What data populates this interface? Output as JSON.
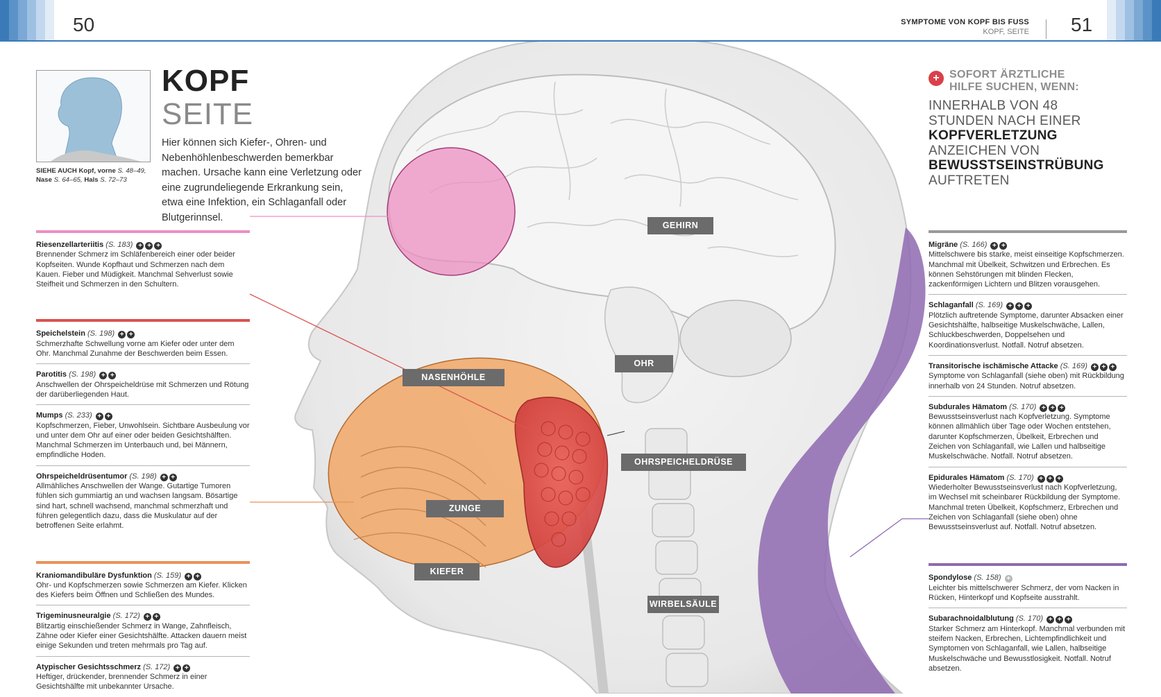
{
  "header": {
    "page_left": "50",
    "page_right": "51",
    "section_title": "SYMPTOME VON KOPF BIS FUSS",
    "section_sub": "KOPF, SEITE"
  },
  "title": {
    "main": "KOPF",
    "sub": "SEITE",
    "intro": "Hier können sich Kiefer-, Ohren- und Nebenhöhlenbeschwerden bemerkbar machen. Ursache kann eine Verletzung oder eine zugrundeliegende Erkrankung sein, etwa eine Infektion, ein Schlaganfall oder Blutgerinnsel."
  },
  "see_also": {
    "label": "SIEHE AUCH",
    "items": [
      {
        "name": "Kopf, vorne",
        "page": "S. 48–49,"
      },
      {
        "name": "Nase",
        "page": "S. 64–65,"
      },
      {
        "name": "Hals",
        "page": "S. 72–73"
      }
    ]
  },
  "alert": {
    "icon": "medical-cross-icon",
    "heading": "SOFORT ÄRZTLICHE HILFE SUCHEN, WENN:",
    "body_1": "INNERHALB VON 48 STUNDEN NACH EINER ",
    "body_bold_1": "KOPFVERLETZUNG",
    "body_2": " ANZEICHEN VON ",
    "body_bold_2": "BEWUSSTSEINSTRÜBUNG",
    "body_3": " AUFTRETEN"
  },
  "labels": {
    "gehirn": "GEHIRN",
    "ohr": "OHR",
    "nasenhoehle": "NASENHÖHLE",
    "ohrspeicheldruese": "OHRSPEICHELDRÜSE",
    "zunge": "ZUNGE",
    "kiefer": "KIEFER",
    "wirbelsaeule": "WIRBELSÄULE"
  },
  "colors": {
    "pink": "#e47bb6",
    "red": "#d9534f",
    "orange": "#e8925a",
    "purple": "#7f5f9e",
    "label_bg": "#6b6b6b",
    "accent_blue": "#3a7ab8"
  },
  "left_groups": [
    {
      "color": "#ec8fc2",
      "entries": [
        {
          "name": "Riesenzellarteriitis",
          "page": "(S. 183)",
          "crosses": 3,
          "desc": "Brennender Schmerz im Schläfenbereich einer oder beider Kopfseiten. Wunde Kopfhaut und Schmerzen nach dem Kauen. Fieber und Müdigkeit. Manchmal Sehverlust sowie Steifheit und Schmerzen in den Schultern."
        }
      ]
    },
    {
      "color": "#d9534f",
      "entries": [
        {
          "name": "Speichelstein",
          "page": "(S. 198)",
          "crosses": 2,
          "desc": "Schmerzhafte Schwellung vorne am Kiefer oder unter dem Ohr. Manchmal Zunahme der Beschwerden beim Essen."
        },
        {
          "name": "Parotitis",
          "page": "(S. 198)",
          "crosses": 2,
          "desc": "Anschwellen der Ohrspeicheldrüse mit Schmerzen und Rötung der darüberliegenden Haut."
        },
        {
          "name": "Mumps",
          "page": "(S. 233)",
          "crosses": 2,
          "desc": "Kopfschmerzen, Fieber, Unwohlsein. Sichtbare Ausbeulung vor und unter dem Ohr auf einer oder beiden Gesichtshälften. Manchmal Schmerzen im Unterbauch und, bei Männern, empfindliche Hoden."
        },
        {
          "name": "Ohrspeicheldrüsentumor",
          "page": "(S. 198)",
          "crosses": 2,
          "desc": "Allmähliches Anschwellen der Wange. Gutartige Tumoren fühlen sich gummiartig an und wachsen langsam. Bösartige sind hart, schnell wachsend, manchmal schmerzhaft und führen gelegentlich dazu, dass die Muskulatur auf der betroffenen Seite erlahmt."
        }
      ]
    },
    {
      "color": "#e8925a",
      "entries": [
        {
          "name": "Kraniomandibuläre Dysfunktion",
          "page": "(S. 159)",
          "crosses": 2,
          "desc": "Ohr- und Kopfschmerzen sowie Schmerzen am Kiefer. Klicken des Kiefers beim Öffnen und Schließen des Mundes."
        },
        {
          "name": "Trigeminusneuralgie",
          "page": "(S. 172)",
          "crosses": 2,
          "desc": "Blitzartig einschießender Schmerz in Wange, Zahnfleisch, Zähne oder Kiefer einer Gesichtshälfte. Attacken dauern meist einige Sekunden und treten mehrmals pro Tag auf."
        },
        {
          "name": "Atypischer Gesichtsschmerz",
          "page": "(S. 172)",
          "crosses": 2,
          "desc": "Heftiger, drückender, brennender Schmerz in einer Gesichtshälfte mit unbekannter Ursache."
        }
      ]
    }
  ],
  "right_groups": [
    {
      "color": "#9a9a9a",
      "entries": [
        {
          "name": "Migräne",
          "page": "(S. 166)",
          "crosses": 2,
          "desc": "Mittelschwere bis starke, meist einseitige Kopfschmerzen. Manchmal mit Übelkeit, Schwitzen und Erbrechen. Es können Sehstörungen mit blinden Flecken, zackenförmigen Lichtern und Blitzen vorausgehen."
        },
        {
          "name": "Schlaganfall",
          "page": "(S. 169)",
          "crosses": 3,
          "desc": "Plötzlich auftretende Symptome, darunter Absacken einer Gesichtshälfte, halbseitige Muskelschwäche, Lallen, Schluckbeschwerden, Doppelsehen und Koordinationsverlust. Notfall. Notruf absetzen."
        },
        {
          "name": "Transitorische ischämische Attacke",
          "page": "(S. 169)",
          "crosses": 3,
          "desc": "Symptome von Schlaganfall (siehe oben) mit Rückbildung innerhalb von 24 Stunden. Notruf absetzen."
        },
        {
          "name": "Subdurales Hämatom",
          "page": "(S. 170)",
          "crosses": 3,
          "desc": "Bewusstseinsverlust nach Kopfverletzung. Symptome können allmählich über Tage oder Wochen entstehen, darunter Kopfschmerzen, Übelkeit, Erbrechen und Zeichen von Schlaganfall, wie Lallen und halbseitige Muskelschwäche. Notfall. Notruf absetzen."
        },
        {
          "name": "Epidurales Hämatom",
          "page": "(S. 170)",
          "crosses": 3,
          "desc": "Wiederholter Bewusstseinsverlust nach Kopfverletzung, im Wechsel mit scheinbarer Rückbildung der Symptome. Manchmal treten Übelkeit, Kopfschmerz, Erbrechen und Zeichen von Schlaganfall (siehe oben) ohne Bewusstseinsverlust auf. Notfall. Notruf absetzen."
        }
      ]
    },
    {
      "color": "#8e6ab0",
      "entries": [
        {
          "name": "Spondylose",
          "page": "(S. 158)",
          "crosses": 1,
          "grey": true,
          "desc": "Leichter bis mittelschwerer Schmerz, der vom Nacken in Rücken, Hinterkopf und Kopfseite ausstrahlt."
        },
        {
          "name": "Subarachnoidalblutung",
          "page": "(S. 170)",
          "crosses": 3,
          "desc": "Starker Schmerz am Hinterkopf. Manchmal verbunden mit steifem Nacken, Erbrechen, Lichtempfindlichkeit und Symptomen von Schlaganfall, wie Lallen, halbseitige Muskelschwäche und Bewusstlosigkeit. Notfall. Notruf absetzen."
        }
      ]
    }
  ]
}
